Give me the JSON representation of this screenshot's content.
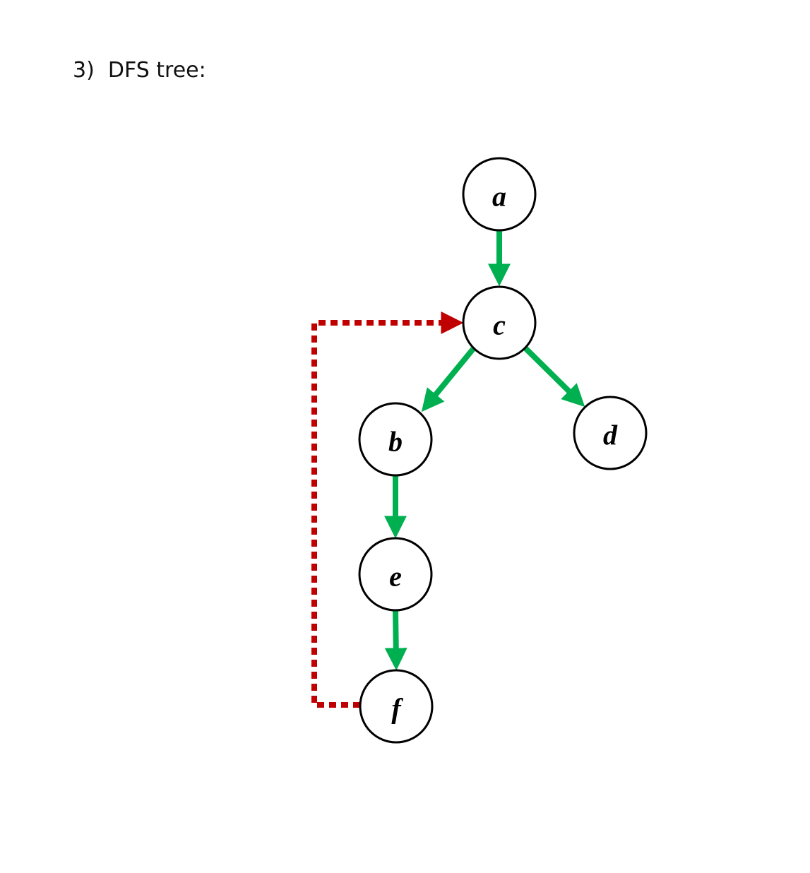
{
  "title": "3)  DFS tree:",
  "colors": {
    "tree_edge": "#00b050",
    "back_edge": "#c00000",
    "node_stroke": "#000000"
  },
  "nodes": {
    "a": "a",
    "c": "c",
    "b": "b",
    "d": "d",
    "e": "e",
    "f": "f"
  },
  "edges": [
    {
      "from": "a",
      "to": "c",
      "type": "tree"
    },
    {
      "from": "c",
      "to": "b",
      "type": "tree"
    },
    {
      "from": "c",
      "to": "d",
      "type": "tree"
    },
    {
      "from": "b",
      "to": "e",
      "type": "tree"
    },
    {
      "from": "e",
      "to": "f",
      "type": "tree"
    },
    {
      "from": "f",
      "to": "c",
      "type": "back"
    }
  ]
}
